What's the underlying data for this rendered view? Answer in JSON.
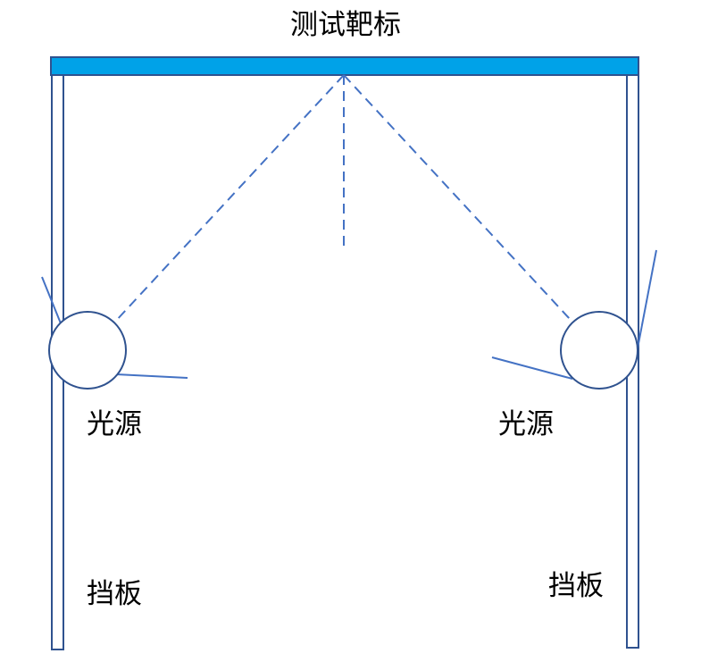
{
  "title": "测试靶标",
  "labels": {
    "light_source_left": "光源",
    "light_source_right": "光源",
    "baffle_left": "挡板",
    "baffle_right": "挡板"
  },
  "colors": {
    "target_fill": "#00a2e8",
    "outline": "#2f528f",
    "dashed_line": "#4472c4",
    "line": "#4472c4",
    "text": "#000000",
    "background": "#ffffff"
  }
}
